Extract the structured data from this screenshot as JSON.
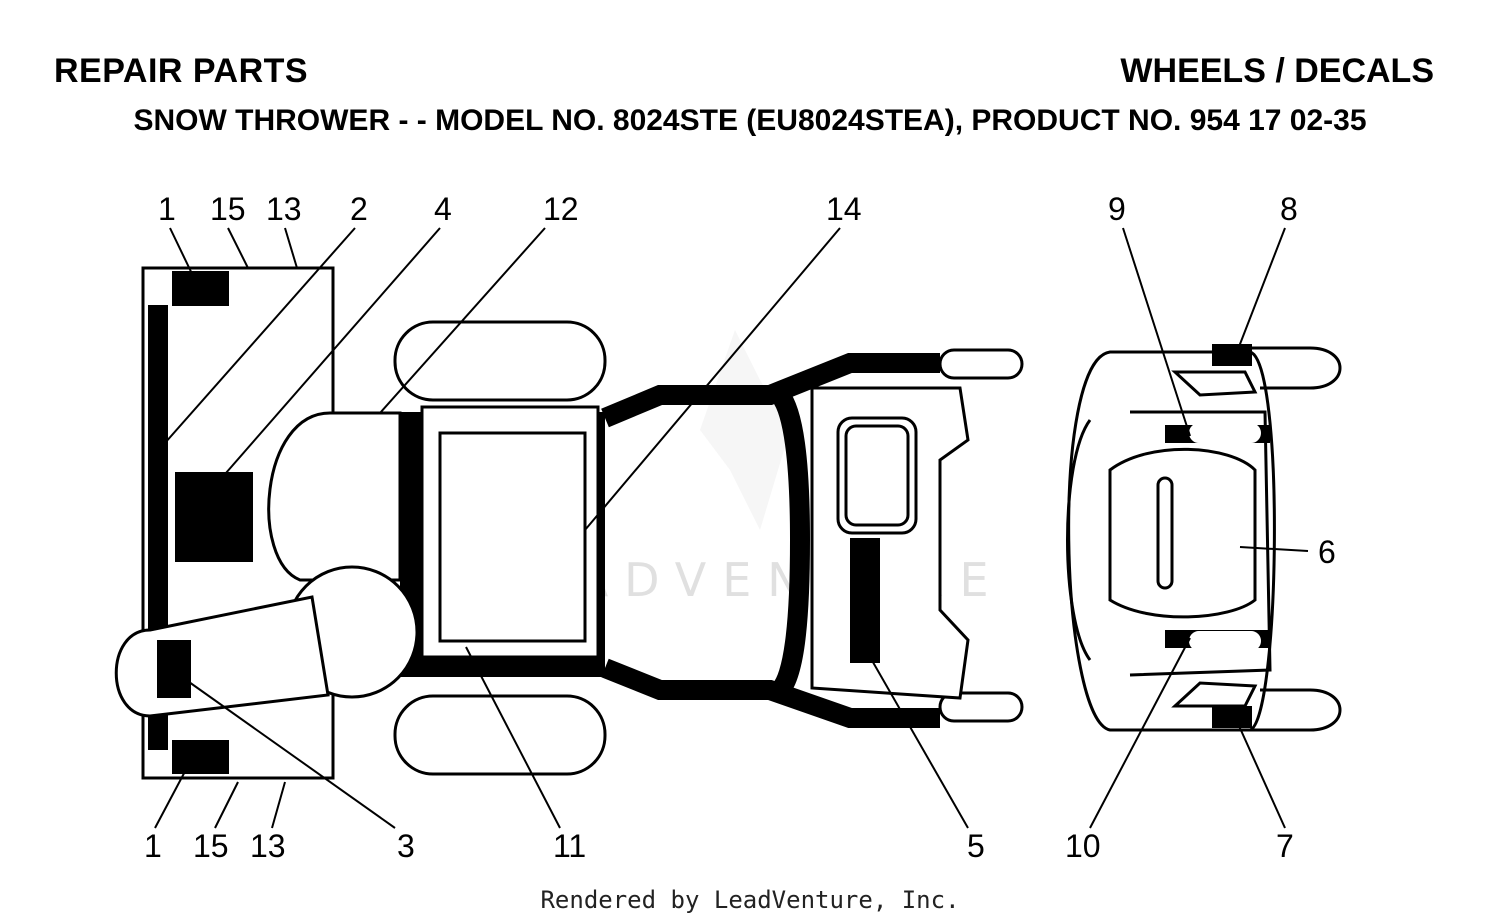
{
  "header": {
    "title_left": "REPAIR PARTS",
    "title_right": "WHEELS / DECALS",
    "subtitle": "SNOW THROWER - - MODEL NO. 8024STE (EU8024STEA), PRODUCT NO. 954 17 02-35"
  },
  "callouts": {
    "top_1": "1",
    "top_15": "15",
    "top_13": "13",
    "top_2": "2",
    "top_4": "4",
    "top_12": "12",
    "top_14": "14",
    "top_9": "9",
    "top_8": "8",
    "right_6": "6",
    "bot_1": "1",
    "bot_15": "15",
    "bot_13": "13",
    "bot_3": "3",
    "bot_11": "11",
    "bot_5": "5",
    "bot_10": "10",
    "bot_7": "7"
  },
  "watermark": "LEADVENTURE",
  "footer": "Rendered by LeadVenture, Inc."
}
